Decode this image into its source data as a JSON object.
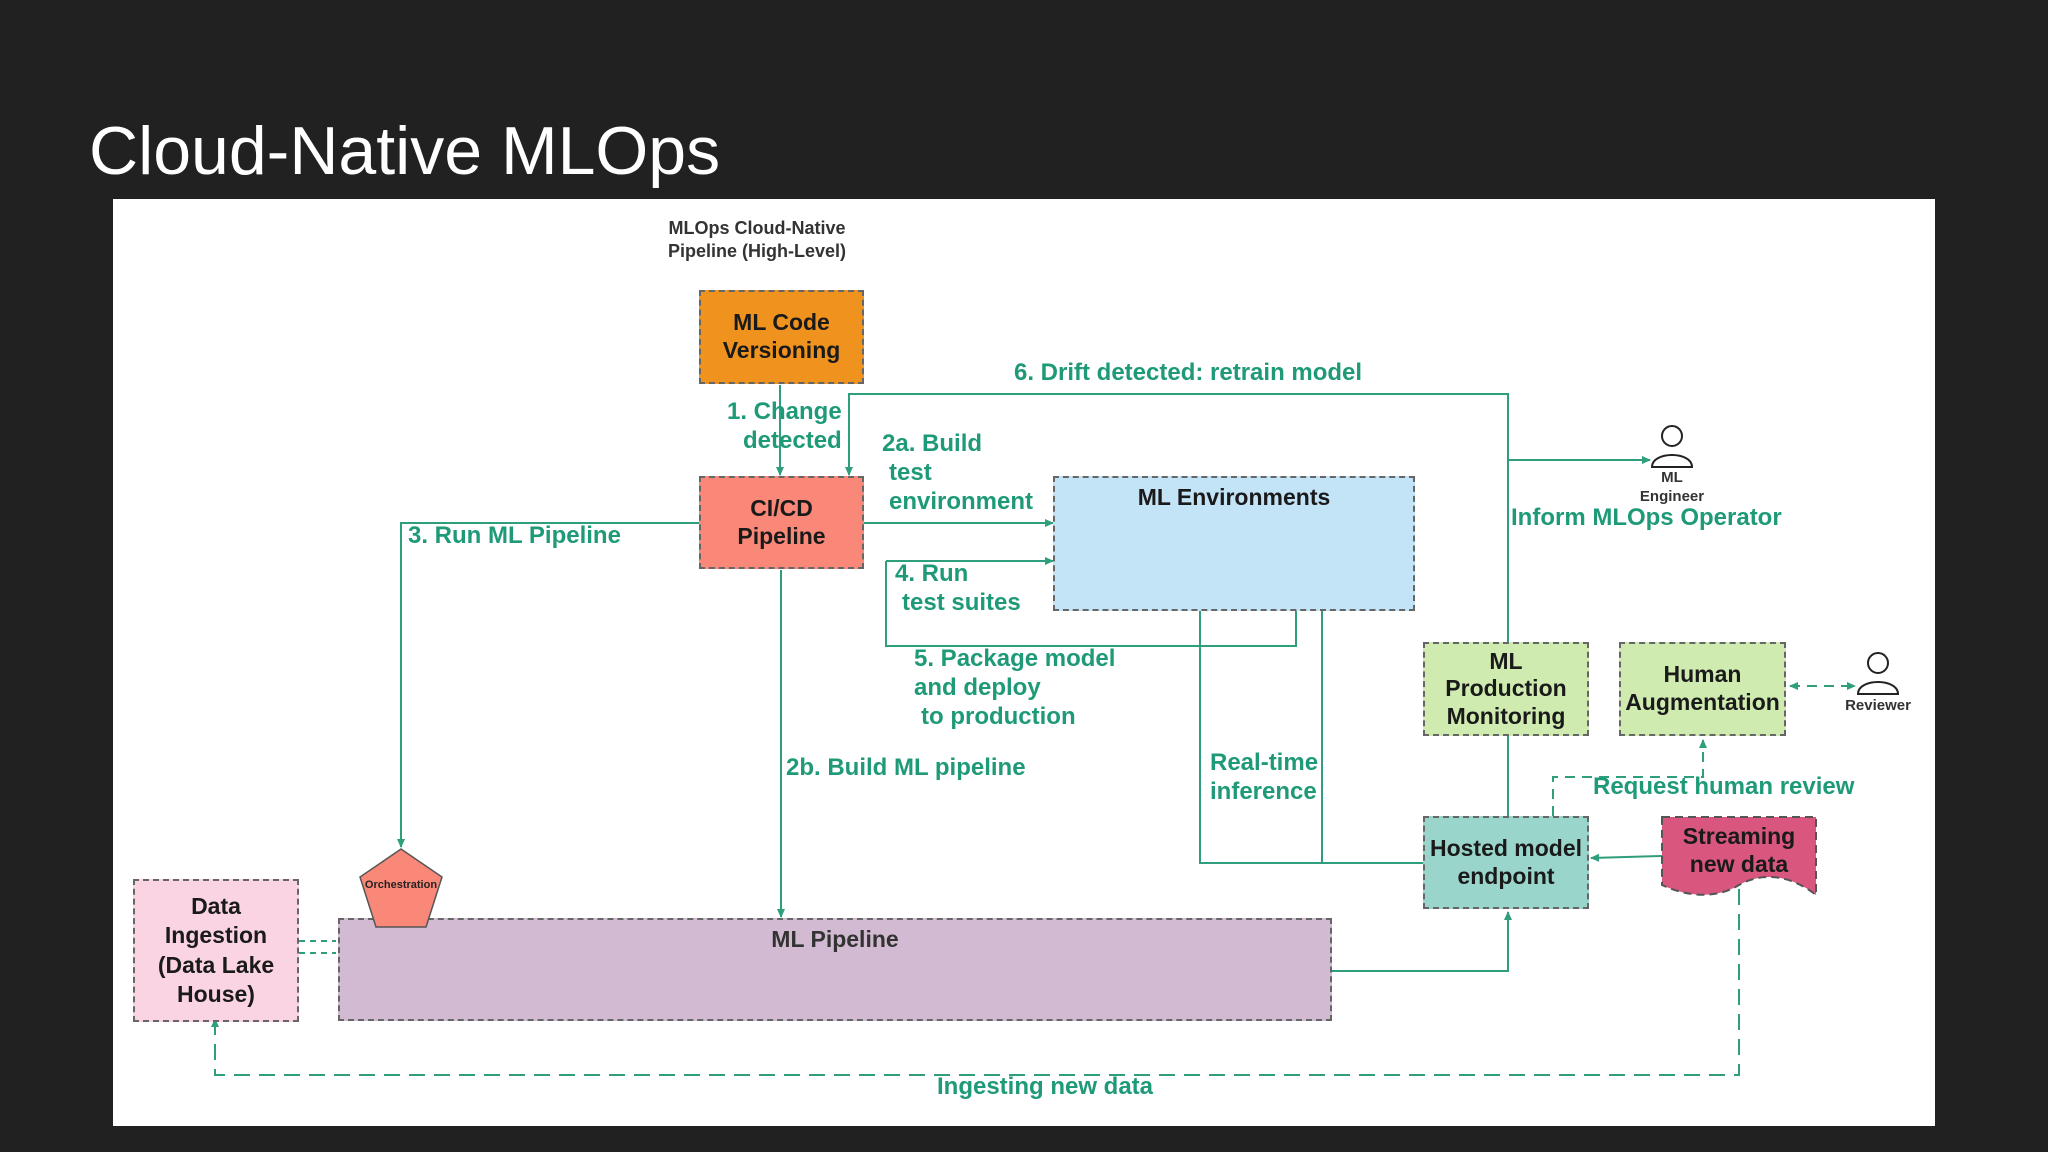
{
  "slide": {
    "title": "Cloud-Native MLOps"
  },
  "diagram": {
    "caption": [
      "MLOps Cloud-Native",
      "Pipeline (High-Level)"
    ],
    "nodes": {
      "ml_code_versioning": [
        "ML Code",
        "Versioning"
      ],
      "cicd_pipeline": [
        "CI/CD",
        "Pipeline"
      ],
      "ml_environments": "ML Environments",
      "ml_production_monitoring": [
        "ML",
        "Production",
        "Monitoring"
      ],
      "human_augmentation": [
        "Human",
        "Augmentation"
      ],
      "hosted_model_endpoint": [
        "Hosted model",
        "endpoint"
      ],
      "streaming_new_data": [
        "Streaming",
        "new data"
      ],
      "data_ingestion": [
        "Data",
        "Ingestion",
        "(Data Lake",
        "House)"
      ],
      "orchestration": "Orchestration",
      "ml_pipeline": "ML Pipeline"
    },
    "actors": {
      "ml_engineer": [
        "ML",
        "Engineer"
      ],
      "reviewer": "Reviewer"
    },
    "edge_labels": {
      "change_detected": [
        "1. Change",
        "detected"
      ],
      "build_test_env": [
        "2a. Build",
        "test",
        "environment"
      ],
      "build_ml_pipeline": "2b. Build ML pipeline",
      "run_ml_pipeline": "3. Run ML Pipeline",
      "run_test_suites": [
        "4. Run",
        "test suites"
      ],
      "package_deploy": [
        "5. Package model",
        "and deploy",
        "to production"
      ],
      "drift_retrain": "6. Drift detected: retrain model",
      "inform_operator": "Inform MLOps Operator",
      "realtime_inference": [
        "Real-time",
        "inference"
      ],
      "request_review": "Request human review",
      "ingesting_new_data": "Ingesting new data"
    },
    "colors": {
      "edge": "#2e9e7c",
      "label": "#1f9a78",
      "ml_code_versioning": "#f0921e",
      "cicd_pipeline": "#fa8878",
      "ml_environments": "#c3e3f7",
      "green_boxes": "#d0ebb0",
      "hosted_model_endpoint": "#99d5ca",
      "streaming_new_data": "#d9567e",
      "data_ingestion": "#fad4e3",
      "orchestration": "#fa8878",
      "ml_pipeline": "#d2bbd2"
    }
  }
}
